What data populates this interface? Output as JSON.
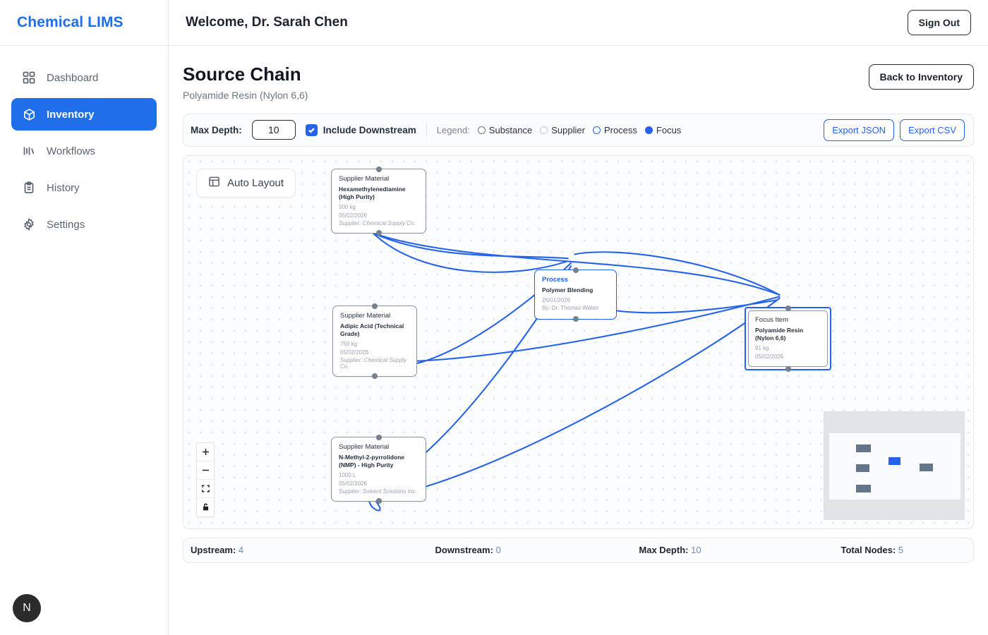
{
  "brand": {
    "name": "Chemical LIMS"
  },
  "sidebar": {
    "items": [
      {
        "label": "Dashboard",
        "icon": "grid-icon",
        "active": false
      },
      {
        "label": "Inventory",
        "icon": "box-icon",
        "active": true
      },
      {
        "label": "Workflows",
        "icon": "bars-icon",
        "active": false
      },
      {
        "label": "History",
        "icon": "clipboard-icon",
        "active": false
      },
      {
        "label": "Settings",
        "icon": "gear-icon",
        "active": false
      }
    ],
    "avatar_initial": "N"
  },
  "header": {
    "welcome": "Welcome, Dr. Sarah Chen",
    "sign_out_label": "Sign Out"
  },
  "page": {
    "title": "Source Chain",
    "subtitle": "Polyamide Resin (Nylon 6,6)",
    "back_label": "Back to Inventory"
  },
  "toolbar": {
    "max_depth_label": "Max Depth:",
    "max_depth_value": "10",
    "include_downstream_label": "Include Downstream",
    "include_downstream_checked": true,
    "legend_label": "Legend:",
    "legend_items": [
      {
        "label": "Substance",
        "marker": "ring-dark"
      },
      {
        "label": "Supplier",
        "marker": "ring-light"
      },
      {
        "label": "Process",
        "marker": "ring-blue"
      },
      {
        "label": "Focus",
        "marker": "solid-blue"
      }
    ],
    "export_json_label": "Export JSON",
    "export_csv_label": "Export CSV"
  },
  "canvas": {
    "auto_layout_label": "Auto Layout",
    "zoom_controls": [
      "zoom-in-icon",
      "zoom-out-icon",
      "fit-view-icon",
      "lock-icon"
    ],
    "nodes": [
      {
        "id": "hmda",
        "type": "Supplier Material",
        "name": "Hexamethylenediamine (High Purity)",
        "quantity": "500 kg",
        "date": "05/02/2026",
        "supplier": "Supplier: Chemical Supply Co.",
        "style": "supplier"
      },
      {
        "id": "adipic",
        "type": "Supplier Material",
        "name": "Adipic Acid (Technical Grade)",
        "quantity": "750 kg",
        "date": "05/02/2026",
        "supplier": "Supplier: Chemical Supply Co.",
        "style": "supplier"
      },
      {
        "id": "nmp",
        "type": "Supplier Material",
        "name": "N-Methyl-2-pyrrolidone (NMP) - High Purity",
        "quantity": "1000 L",
        "date": "05/02/2026",
        "supplier": "Supplier: Solvent Solutions Inc.",
        "style": "supplier"
      },
      {
        "id": "blending",
        "type": "Process",
        "name": "Polymer Blending",
        "date": "26/01/2026",
        "operator": "By: Dr. Thomas Weber",
        "style": "process"
      },
      {
        "id": "focus",
        "type": "Focus Item",
        "name": "Polyamide Resin (Nylon 6,6)",
        "quantity": "91 kg",
        "date": "05/02/2026",
        "style": "focus"
      }
    ]
  },
  "stats": [
    {
      "label": "Upstream:",
      "value": "4"
    },
    {
      "label": "Downstream:",
      "value": "0"
    },
    {
      "label": "Max Depth:",
      "value": "10"
    },
    {
      "label": "Total Nodes:",
      "value": "5"
    }
  ],
  "colors": {
    "accent": "#1f6feb",
    "edge": "#2563eb",
    "muted": "#9aa3b0"
  }
}
